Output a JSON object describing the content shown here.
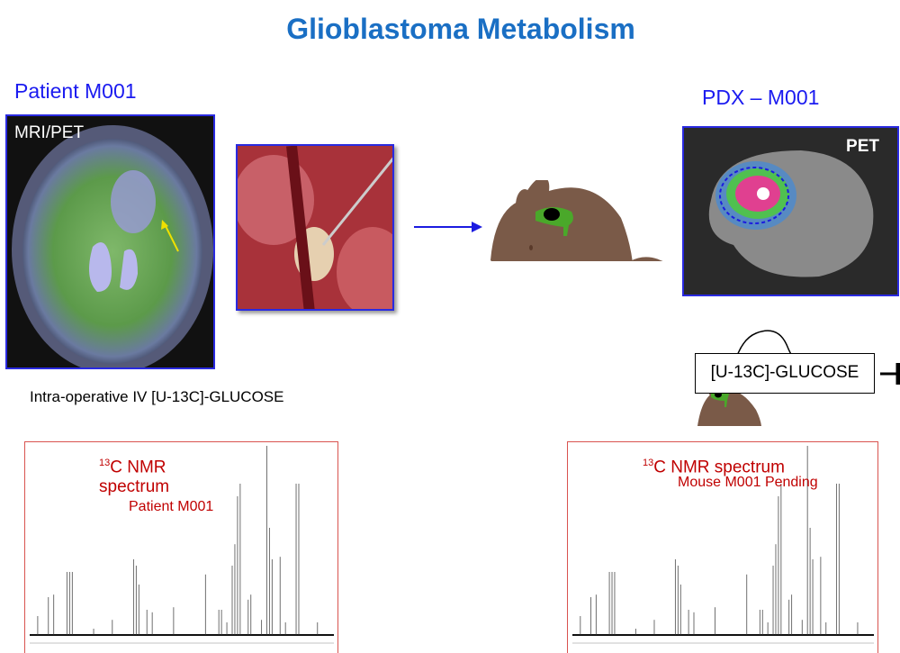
{
  "title": "Glioblastoma Metabolism",
  "patient": {
    "label": "Patient  M001",
    "mri_label": "MRI/PET",
    "infusion_text": "Intra-operative IV [U-13C]-GLUCOSE"
  },
  "pdx": {
    "label": "PDX – M001",
    "pet_label": "PET",
    "glucose_box": "[U-13C]-GLUCOSE"
  },
  "spectra": [
    {
      "sup": "13",
      "title_line1": "C NMR",
      "title_line2": "spectrum",
      "subtitle": "Patient M001"
    },
    {
      "sup": "13",
      "title_line1": "C NMR spectrum",
      "subtitle": "Mouse M001  Pending"
    }
  ],
  "colors": {
    "title": "#1a6fc4",
    "label": "#1b1bf0",
    "spectrum_text": "#c00000",
    "mouse": "#7a5a48",
    "tumor": "#4aa82a"
  }
}
